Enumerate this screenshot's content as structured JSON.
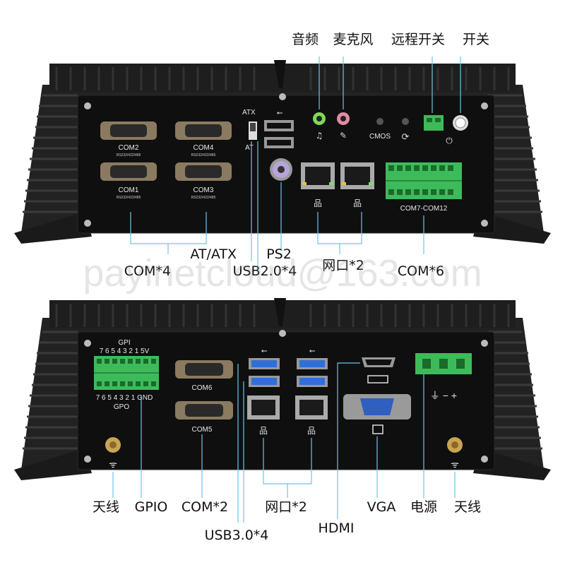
{
  "top_unit": {
    "callouts_top": {
      "audio": "音频",
      "mic": "麦克风",
      "remote_switch": "远程开关",
      "switch": "开关"
    },
    "panel": {
      "atx": "ATX",
      "at": "AT",
      "cmos": "CMOS",
      "com2": "COM2",
      "com4": "COM4",
      "com1": "COM1",
      "com3": "COM3",
      "rs": "RS232/422/485",
      "com7_12": "COM7-COM12"
    },
    "callouts_bottom": {
      "com4x": "COM*4",
      "atatx": "AT/ATX",
      "ps2": "PS2",
      "usb20": "USB2.0*4",
      "lan": "网口*2",
      "com6x": "COM*6"
    }
  },
  "watermark": "payinetcloud@163.com",
  "bottom_unit": {
    "panel": {
      "gpi": "GPI",
      "gpo": "GPO",
      "gpi_pins": "7 6 5 4 3 2 1 5V",
      "gpo_pins": "7 6 5 4 3 2 1 GND",
      "com6": "COM6",
      "com5": "COM5",
      "power_sym": "⏚ − +"
    },
    "callouts": {
      "antenna_left": "天线",
      "gpio": "GPIO",
      "com2x": "COM*2",
      "lan2x": "网口*2",
      "vga": "VGA",
      "power": "电源",
      "antenna_right": "天线",
      "usb30": "USB3.0*4",
      "hdmi": "HDMI"
    }
  },
  "colors": {
    "chassis": "#1b1b1b",
    "panel": "#0f0f0f",
    "terminal": "#3dbb5a",
    "audio_green": "#7ed957",
    "mic_pink": "#e58aa6",
    "vga_blue": "#2f5fbf",
    "usb3_blue": "#2f6fd8"
  }
}
